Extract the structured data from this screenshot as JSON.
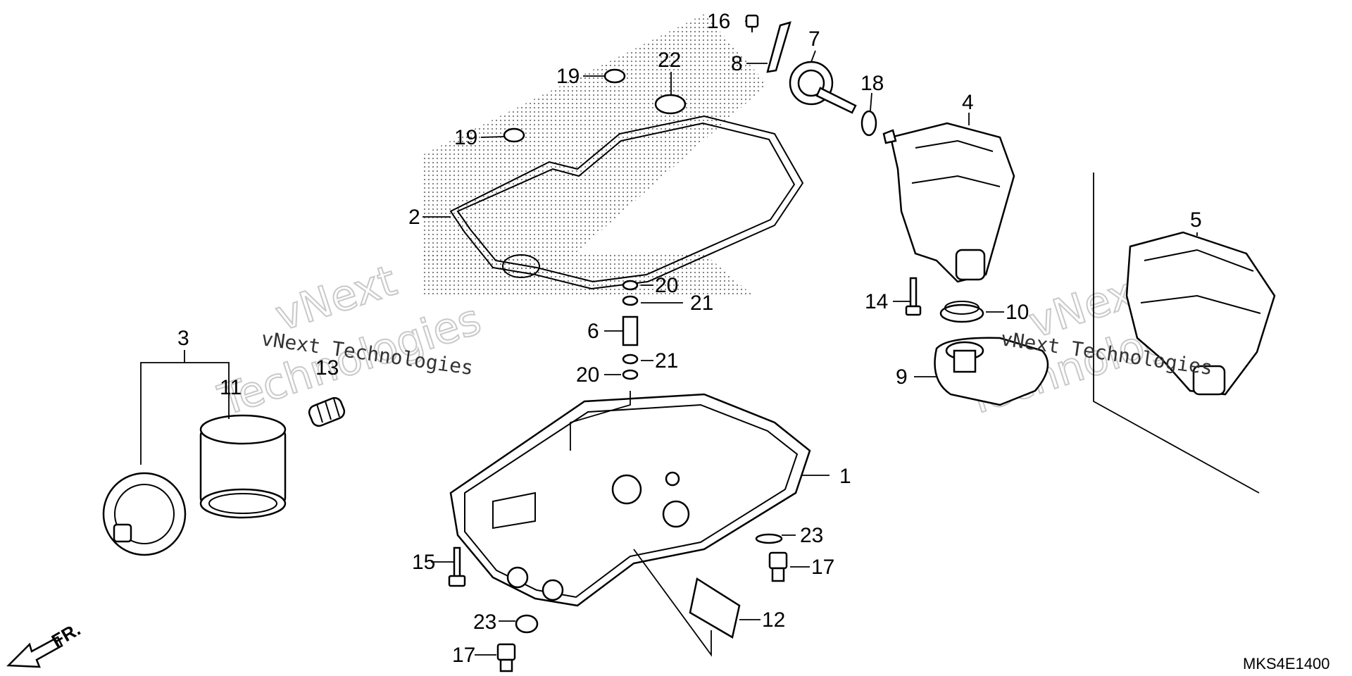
{
  "callouts": [
    {
      "id": "1",
      "label": "1"
    },
    {
      "id": "2",
      "label": "2"
    },
    {
      "id": "3",
      "label": "3"
    },
    {
      "id": "4",
      "label": "4"
    },
    {
      "id": "5",
      "label": "5"
    },
    {
      "id": "6",
      "label": "6"
    },
    {
      "id": "7",
      "label": "7"
    },
    {
      "id": "8",
      "label": "8"
    },
    {
      "id": "9",
      "label": "9"
    },
    {
      "id": "10",
      "label": "10"
    },
    {
      "id": "11",
      "label": "11"
    },
    {
      "id": "12",
      "label": "12"
    },
    {
      "id": "13",
      "label": "13"
    },
    {
      "id": "14",
      "label": "14"
    },
    {
      "id": "15",
      "label": "15"
    },
    {
      "id": "16",
      "label": "16"
    },
    {
      "id": "17a",
      "label": "17"
    },
    {
      "id": "17b",
      "label": "17"
    },
    {
      "id": "18",
      "label": "18"
    },
    {
      "id": "19a",
      "label": "19"
    },
    {
      "id": "19b",
      "label": "19"
    },
    {
      "id": "20a",
      "label": "20"
    },
    {
      "id": "20b",
      "label": "20"
    },
    {
      "id": "21a",
      "label": "21"
    },
    {
      "id": "21b",
      "label": "21"
    },
    {
      "id": "22",
      "label": "22"
    },
    {
      "id": "23a",
      "label": "23"
    },
    {
      "id": "23b",
      "label": "23"
    }
  ],
  "watermark": {
    "small": "vNext Technologies",
    "big_top": "vNext",
    "big_bottom": "Technologies"
  },
  "direction_label": "FR.",
  "diagram_code": "MKS4E1400"
}
